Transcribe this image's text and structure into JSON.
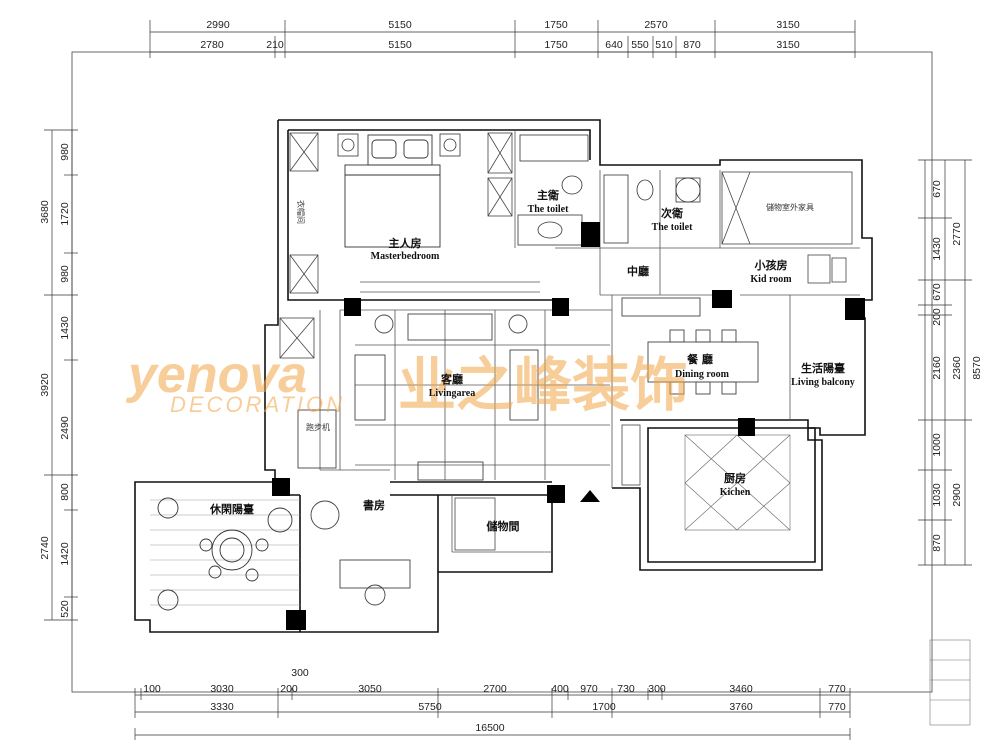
{
  "dimensions": {
    "top_row1": [
      "2990",
      "5150",
      "1750",
      "2570",
      "3150"
    ],
    "top_row2": [
      "2780",
      "210",
      "5150",
      "1750",
      "640",
      "550",
      "510",
      "870",
      "3150"
    ],
    "left_outer": [
      "3680",
      "3920",
      "2740"
    ],
    "left_inner": [
      "980",
      "1720",
      "980",
      "1430",
      "2490",
      "800",
      "1420",
      "520"
    ],
    "right_inner": [
      "670",
      "1430",
      "670",
      "200",
      "2160",
      "1000",
      "1030",
      "870"
    ],
    "right_mid": [
      "2770",
      "2360",
      "2900"
    ],
    "right_outer": "8570",
    "bottom_extra": "300",
    "bottom_row1": [
      "100",
      "3030",
      "200",
      "3050",
      "2700",
      "400",
      "970",
      "730",
      "300",
      "3460",
      "770"
    ],
    "bottom_row2": [
      "3330",
      "5750",
      "1700",
      "3760",
      "770"
    ],
    "bottom_total": "16500"
  },
  "rooms": [
    {
      "id": "master-bedroom",
      "cn": "主人房",
      "en": "Masterbedroom"
    },
    {
      "id": "master-toilet",
      "cn": "主衛",
      "en": "The toilet"
    },
    {
      "id": "second-toilet",
      "cn": "次衛",
      "en": "The toilet"
    },
    {
      "id": "hallway",
      "cn": "中廳",
      "en": ""
    },
    {
      "id": "kid-room",
      "cn": "小孩房",
      "en": "Kid room"
    },
    {
      "id": "living-area",
      "cn": "客廳",
      "en": "Livingarea"
    },
    {
      "id": "dining-room",
      "cn": "餐 廳",
      "en": "Dining room"
    },
    {
      "id": "living-balcony",
      "cn": "生活陽臺",
      "en": "Living balcony"
    },
    {
      "id": "kitchen",
      "cn": "厨房",
      "en": "Kichen"
    },
    {
      "id": "leisure-balcony",
      "cn": "休閑陽臺",
      "en": ""
    },
    {
      "id": "study",
      "cn": "書房",
      "en": ""
    },
    {
      "id": "storage",
      "cn": "儲物間",
      "en": ""
    }
  ],
  "furniture_labels": {
    "wardrobe": "衣帽间",
    "treadmill": "跑步机",
    "kid_furniture": "儲物室外家具"
  },
  "watermark": {
    "brand": "yenova",
    "chinese": "业之峰装饰",
    "sub": "DECORATION",
    "color": "#f2a646"
  },
  "colors": {
    "wall": "#111111",
    "line": "#333333",
    "column": "#000000"
  }
}
